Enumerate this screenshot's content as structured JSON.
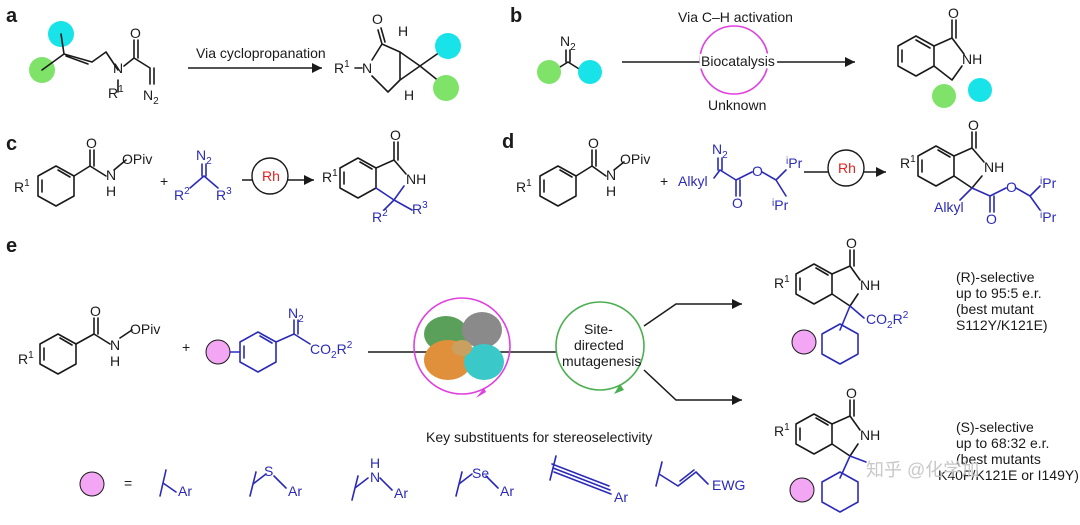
{
  "panels": {
    "a": {
      "label": "a",
      "arrow_text": "Via cyclopropanation",
      "atoms": {
        "N": "N",
        "R1_sub": "1",
        "R": "R",
        "N2": "N",
        "N2_sub": "2",
        "O": "O",
        "product_N": "N",
        "product_R1": "R",
        "product_R1_sup": "1",
        "H1": "H",
        "H2": "H"
      }
    },
    "b": {
      "label": "b",
      "top_text": "Via C–H activation",
      "center_text": "Biocatalysis",
      "bottom_text": "Unknown",
      "atoms": {
        "N2": "N",
        "N2_sub": "2",
        "O": "O",
        "NH": "NH"
      }
    },
    "c": {
      "label": "c",
      "catalyst": "Rh",
      "atoms": {
        "O": "O",
        "OPiv": "OPiv",
        "N": "N",
        "H": "H",
        "R1": "R",
        "R1_sup": "1",
        "plus": "+",
        "N2": "N",
        "N2_sub": "2",
        "R2": "R",
        "R2_sup": "2",
        "R3": "R",
        "R3_sup": "3",
        "pO": "O",
        "pNH": "NH",
        "pR1": "R",
        "pR1_sup": "1",
        "pR2": "R",
        "pR2_sup": "2",
        "pR3": "R",
        "pR3_sup": "3"
      }
    },
    "d": {
      "label": "d",
      "catalyst": "Rh",
      "atoms": {
        "O": "O",
        "OPiv": "OPiv",
        "N": "N",
        "H": "H",
        "R1": "R",
        "R1_sup": "1",
        "plus": "+",
        "Alkyl": "Alkyl",
        "N2": "N",
        "N2_sub": "2",
        "O1": "O",
        "O2": "O",
        "iPr": "Pr",
        "i": "i",
        "pO": "O",
        "pNH": "NH",
        "pR1": "R",
        "pR1_sup": "1",
        "pAlkyl": "Alkyl"
      }
    },
    "e": {
      "label": "e",
      "center_text": [
        "Site-",
        "directed",
        "mutagenesis"
      ],
      "r_outcome": [
        "(R)-selective",
        "up to 95:5 e.r.",
        "(best mutant",
        "S112Y/K121E)"
      ],
      "s_outcome": [
        "(S)-selective",
        "up to 68:32 e.r.",
        "(best mutants",
        "K40F/K121E or I149Y)"
      ],
      "key_title": "Key substituents for stereoselectivity",
      "equals": "=",
      "substituents": [
        "Ar",
        "S",
        "Ar",
        "H",
        "N",
        "Ar",
        "Se",
        "Ar",
        "Ar",
        "EWG"
      ],
      "atoms": {
        "O": "O",
        "OPiv": "OPiv",
        "N": "N",
        "H": "H",
        "R1": "R",
        "R1_sup": "1",
        "plus": "+",
        "N2": "N",
        "N2_sub": "2",
        "CO2R2": "CO",
        "CO2_sub": "2",
        "R2": "R",
        "R2_sup": "2",
        "pO": "O",
        "pNH": "NH",
        "pCO2R2": "CO",
        "pR2": "R"
      }
    }
  },
  "watermark": "知乎 @化学加",
  "colors": {
    "cyan": "#17e3e8",
    "green": "#7fe36a",
    "pink": "#f3a6f3",
    "magenta": "#e040e0",
    "mutagenesis_green": "#4caf50",
    "blue": "#2b2bb8",
    "red": "#e0231f"
  }
}
